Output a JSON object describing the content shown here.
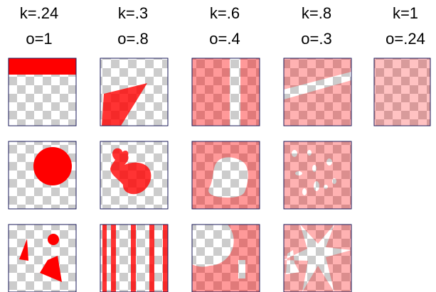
{
  "columns": [
    {
      "k_label": "k=.24",
      "o_label": "o=1",
      "opacity": 1
    },
    {
      "k_label": "k=.3",
      "o_label": "o=.8",
      "opacity": 0.8
    },
    {
      "k_label": "k=.6",
      "o_label": "o=.4",
      "opacity": 0.4
    },
    {
      "k_label": "k=.8",
      "o_label": "o=.3",
      "opacity": 0.3
    },
    {
      "k_label": "k=1",
      "o_label": "o=.24",
      "opacity": 0.24
    }
  ],
  "rows": [
    [
      "horizontal-bar",
      "wedge",
      "vertical-gap",
      "diagonal-gap",
      "full"
    ],
    [
      "circle",
      "blob",
      "rounded-hole",
      "scattered-holes",
      null
    ],
    [
      "small-shapes",
      "vertical-stripes",
      "circle-hole-with-slot",
      "star-gaps",
      null
    ]
  ],
  "colors": {
    "fill": "#ff0000",
    "frame": "#1a1a5a",
    "checker_light": "#ffffff",
    "checker_dark": "#cccccc"
  }
}
